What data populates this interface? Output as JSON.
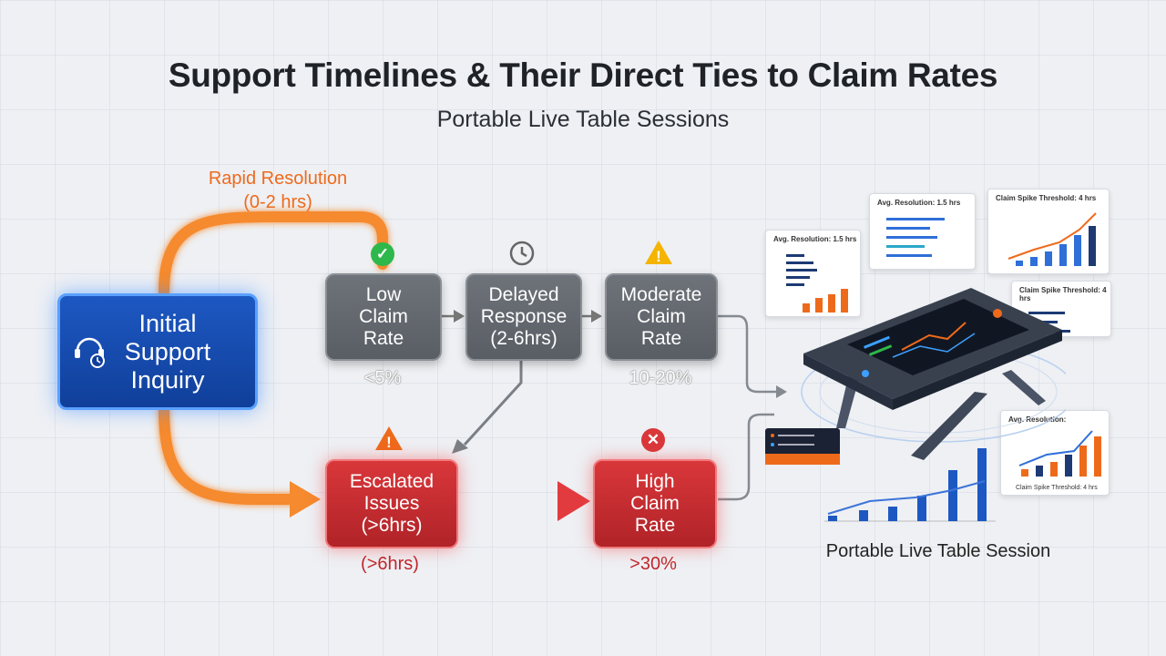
{
  "title": "Support Timelines & Their Direct Ties to Claim Rates",
  "subtitle": "Portable Live Table Sessions",
  "rapid_resolution": {
    "line1": "Rapid Resolution",
    "line2": "(0-2 hrs)"
  },
  "nodes": {
    "initial": {
      "l1": "Initial",
      "l2": "Support",
      "l3": "Inquiry"
    },
    "low": {
      "l1": "Low",
      "l2": "Claim",
      "l3": "Rate",
      "value": "<5%"
    },
    "delayed": {
      "l1": "Delayed",
      "l2": "Response",
      "l3": "(2-6hrs)"
    },
    "moderate": {
      "l1": "Moderate",
      "l2": "Claim",
      "l3": "Rate",
      "value": "10-20%"
    },
    "escalated": {
      "l1": "Escalated",
      "l2": "Issues",
      "l3": "(>6hrs)",
      "value": "(>6hrs)"
    },
    "high": {
      "l1": "High",
      "l2": "Claim",
      "l3": "Rate",
      "value": ">30%"
    }
  },
  "session_label": "Portable Live Table Session",
  "colors": {
    "orange": "#ee6a1b",
    "red": "#d9373a",
    "blue": "#1d58c2",
    "gray": "#6b7077",
    "green": "#2eb84b",
    "amber": "#f4b400"
  },
  "dashboard": {
    "card1_title": "Avg. Resolution: 1.5 hrs",
    "card2_title": "Avg. Resolution: 1.5 hrs",
    "card3_title": "Claim Spike Threshold: 4 hrs",
    "card4_title": "Claim Spike Threshold: 4 hrs",
    "card5_title": "Avg. Resolution:",
    "card5_footer": "Claim Spike Threshold: 4 hrs"
  }
}
